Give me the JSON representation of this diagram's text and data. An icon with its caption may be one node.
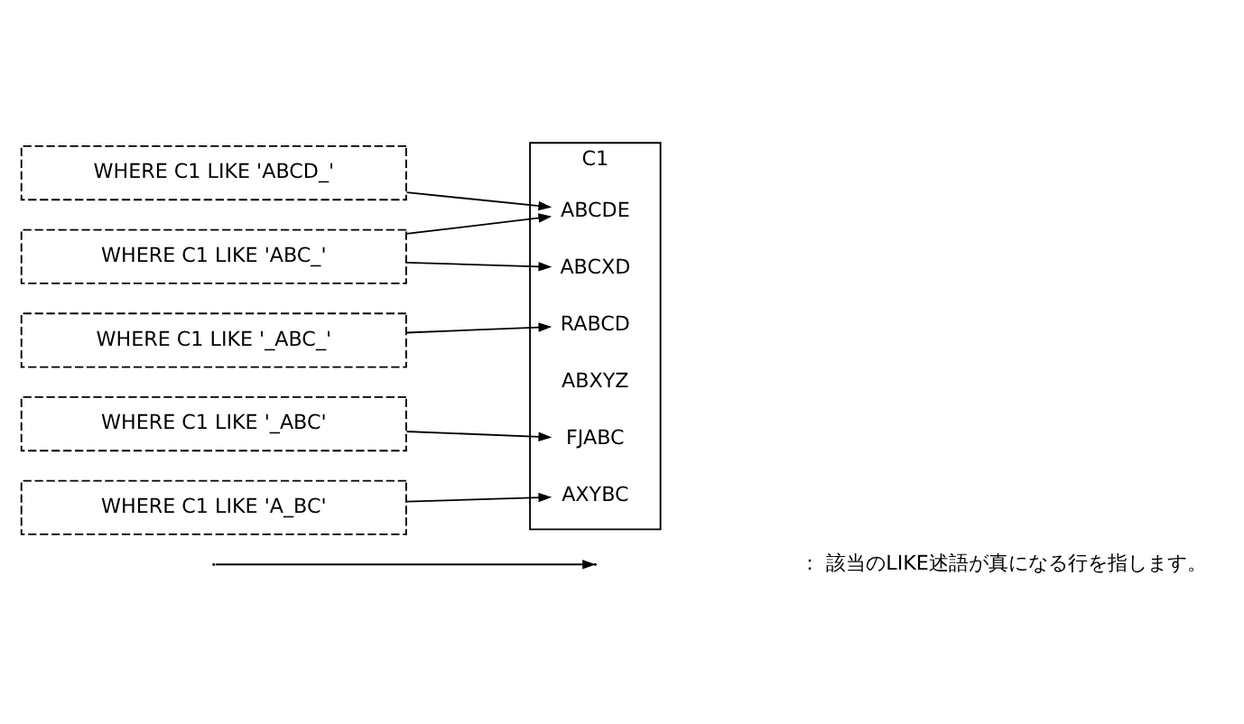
{
  "diagram": {
    "nodes": [
      {
        "text": [
          "WHERE C1 LIKE 'ABCD_'"
        ]
      },
      {
        "text": [
          "WHERE C1 LIKE 'ABC_'"
        ]
      },
      {
        "text": [
          "WHERE C1 LIKE '_ABC_'"
        ]
      },
      {
        "text": [
          "WHERE C1 LIKE '_ABC'"
        ]
      },
      {
        "text": [
          "WHERE C1 LIKE 'A_BC'"
        ]
      },
      {
        "text": [
          "C1"
        ]
      },
      {
        "text": [
          "AXYBC"
        ],
        "in": 5
      },
      {
        "text": [
          "ABCDE"
        ],
        "in": 5
      },
      {
        "text": [
          "FJABC"
        ],
        "in": 5
      },
      {
        "text": [
          "ABXYZ"
        ],
        "in": 5
      },
      {
        "text": [
          "ABCXD"
        ],
        "in": 5
      },
      {
        "text": [
          "RABCD"
        ],
        "in": 5
      }
    ],
    "edges": [
      {
        "from": 0,
        "to": 7,
        "arrow": "to"
      },
      {
        "from": 1,
        "to": 7,
        "arrow": "to"
      },
      {
        "from": 1,
        "to": 10,
        "arrow": "to"
      },
      {
        "from": 2,
        "to": 11,
        "arrow": "to"
      },
      {
        "from": 3,
        "to": 8,
        "arrow": "to"
      },
      {
        "from": 4,
        "to": 6,
        "arrow": "to"
      }
    ],
    "legend": [
      {
        "text": "： 該当のLIKE述語が真になる行を指します。"
      }
    ]
  }
}
